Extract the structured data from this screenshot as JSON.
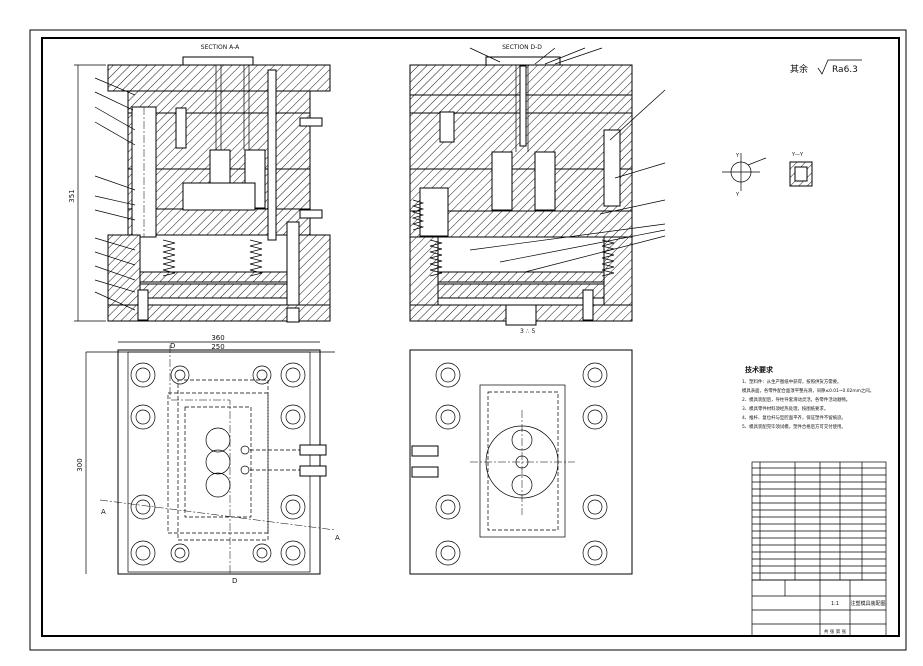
{
  "sections": {
    "aa_title": "SECTION A-A",
    "dd_title": "SECTION D-D"
  },
  "dimensions": {
    "height_left": "351",
    "width_top": "360",
    "width_inner": "250",
    "height_plan": "300",
    "dd_small": "3 ∴ 5"
  },
  "section_marks": {
    "a_left": "A",
    "a_right": "A",
    "d_top": "D",
    "d_bottom": "D"
  },
  "roughness": {
    "prefix": "其余",
    "value": "Ra6.3"
  },
  "detail_view": {
    "label_y": "Y",
    "label_y2": "Y",
    "label_yy": "Y—Y"
  },
  "tech_requirements": {
    "title": "技术要求",
    "lines": [
      "1、塑料件：从生产图纸中获得，按照供货方需要。",
      "模具表面，各零件配合面须平整光滑，间隙≤0.01~0.02mm之间。",
      "2、模具装配后，导柱导套滑动灵活，各零件活动顺畅。",
      "3、模具零件材料须经热处理，按图纸要求。",
      "4、推杆、复位杆与型腔面平齐，保证塑件不留痕迹。",
      "5、模具装配完毕须试模，塑件合格后方可交付使用。"
    ]
  },
  "title_block": {
    "drawing_name": "注塑模具装配图",
    "scale": "1:1",
    "sheet": "共 张 第 张"
  }
}
